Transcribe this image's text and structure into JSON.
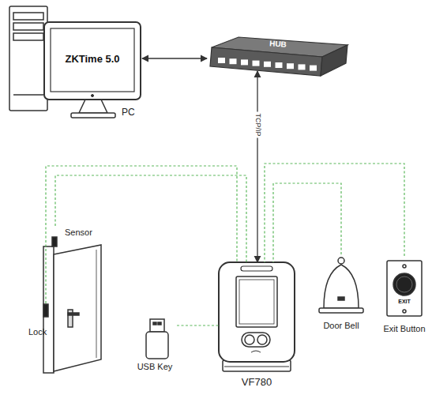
{
  "diagram": {
    "nodes": [
      {
        "text": [
          "ZKTime 5.0",
          "PC"
        ]
      },
      {
        "text": [
          "HUB"
        ]
      },
      {
        "text": [
          "Sensor"
        ]
      },
      {
        "text": [
          "Lock"
        ]
      },
      {
        "text": [
          "VF780"
        ]
      },
      {
        "text": [
          "USB Key"
        ]
      },
      {
        "text": [
          "Door Bell"
        ]
      },
      {
        "text": [
          "EXIT",
          "Exit Button"
        ]
      }
    ],
    "edges": [
      {
        "from": 0,
        "to": 1,
        "arrow": "both"
      },
      {
        "from": 1,
        "to": 4,
        "label": "TCP/IP",
        "arrow": "both"
      },
      {
        "from": 2,
        "to": 4,
        "arrow": "none"
      },
      {
        "from": 3,
        "to": 4,
        "arrow": "none"
      },
      {
        "from": 5,
        "to": 4,
        "arrow": "none"
      },
      {
        "from": 6,
        "to": 4,
        "arrow": "none"
      },
      {
        "from": 7,
        "to": 4,
        "arrow": "none"
      }
    ]
  }
}
